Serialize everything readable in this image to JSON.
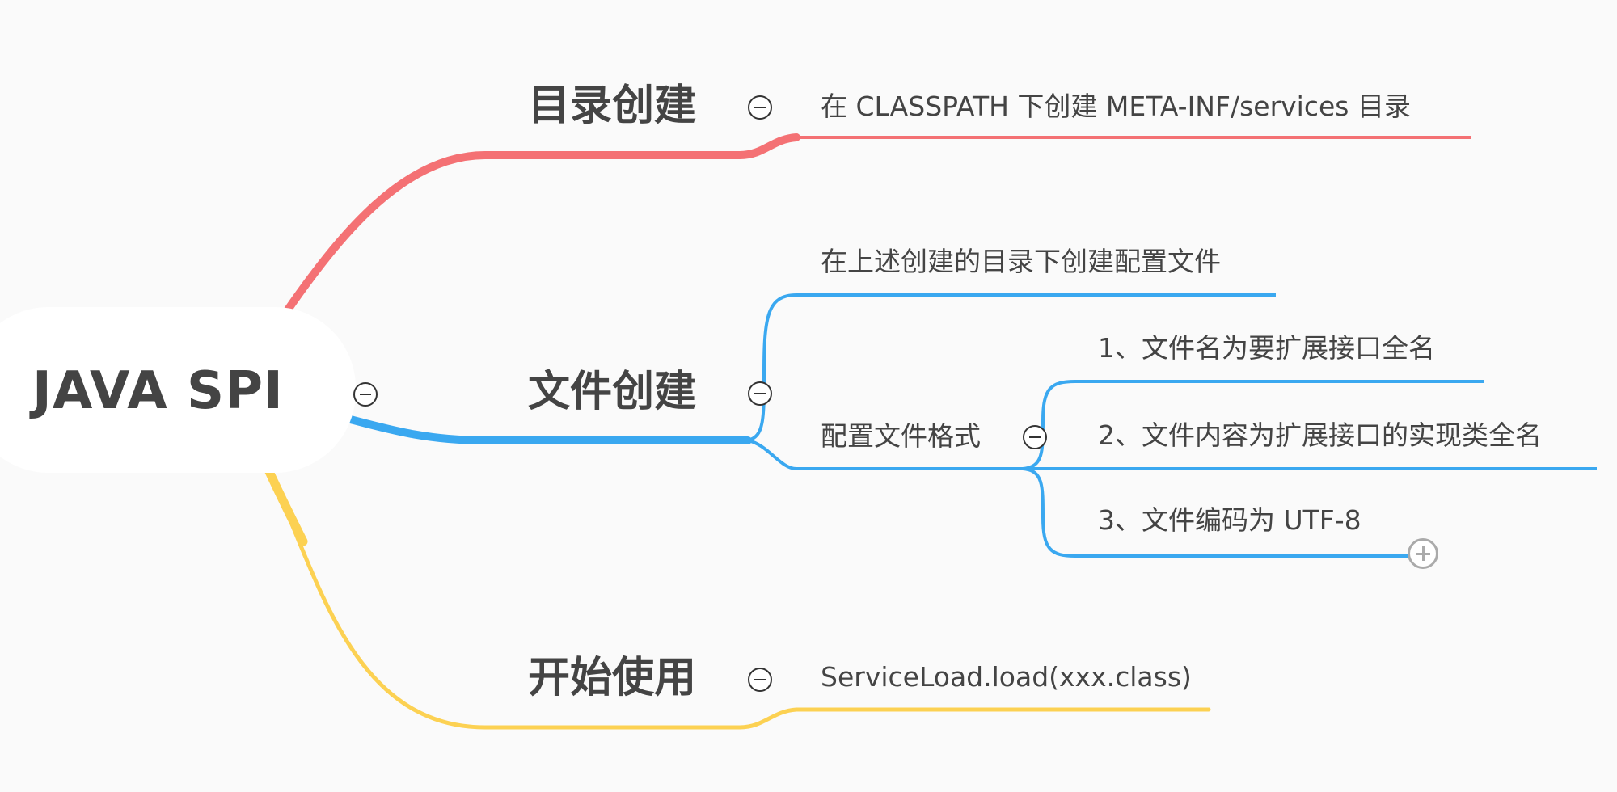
{
  "root": {
    "label": "JAVA SPI"
  },
  "branches": [
    {
      "label": "目录创建",
      "color": "#f47174",
      "children": [
        {
          "label": "在 CLASSPATH 下创建 META-INF/services 目录"
        }
      ]
    },
    {
      "label": "文件创建",
      "color": "#3aa8f0",
      "children": [
        {
          "label": "在上述创建的目录下创建配置文件"
        },
        {
          "label": "配置文件格式",
          "children": [
            {
              "label": "1、文件名为要扩展接口全名"
            },
            {
              "label": "2、文件内容为扩展接口的实现类全名"
            },
            {
              "label": "3、文件编码为 UTF-8"
            }
          ]
        }
      ]
    },
    {
      "label": "开始使用",
      "color": "#fcd152",
      "children": [
        {
          "label": "ServiceLoad.load(xxx.class)"
        }
      ]
    }
  ]
}
